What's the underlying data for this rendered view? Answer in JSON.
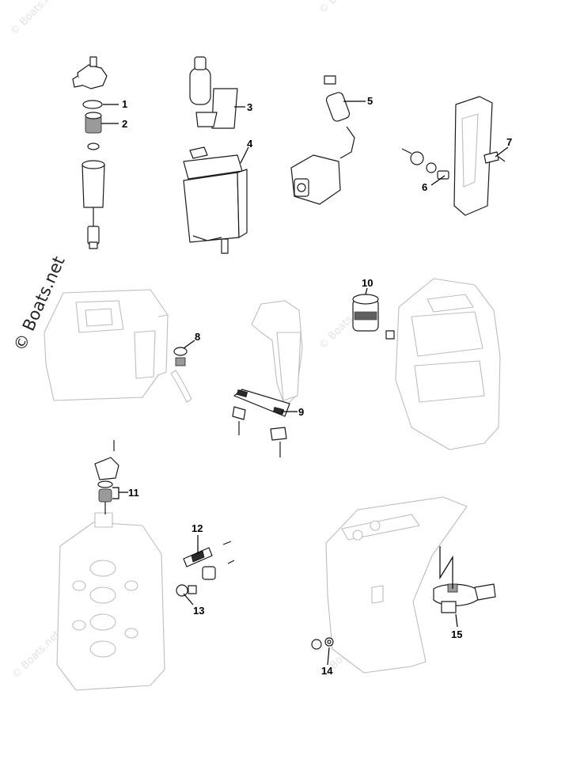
{
  "watermarks": {
    "main": "© Boats.net",
    "faint": "© Boats.net"
  },
  "callouts": [
    {
      "id": "1",
      "label": "1"
    },
    {
      "id": "2",
      "label": "2"
    },
    {
      "id": "3",
      "label": "3"
    },
    {
      "id": "4",
      "label": "4"
    },
    {
      "id": "5",
      "label": "5"
    },
    {
      "id": "6",
      "label": "6"
    },
    {
      "id": "7",
      "label": "7"
    },
    {
      "id": "8",
      "label": "8"
    },
    {
      "id": "9",
      "label": "9"
    },
    {
      "id": "10",
      "label": "10"
    },
    {
      "id": "11",
      "label": "11"
    },
    {
      "id": "12",
      "label": "12"
    },
    {
      "id": "13",
      "label": "13"
    },
    {
      "id": "14",
      "label": "14"
    },
    {
      "id": "15",
      "label": "15"
    }
  ]
}
